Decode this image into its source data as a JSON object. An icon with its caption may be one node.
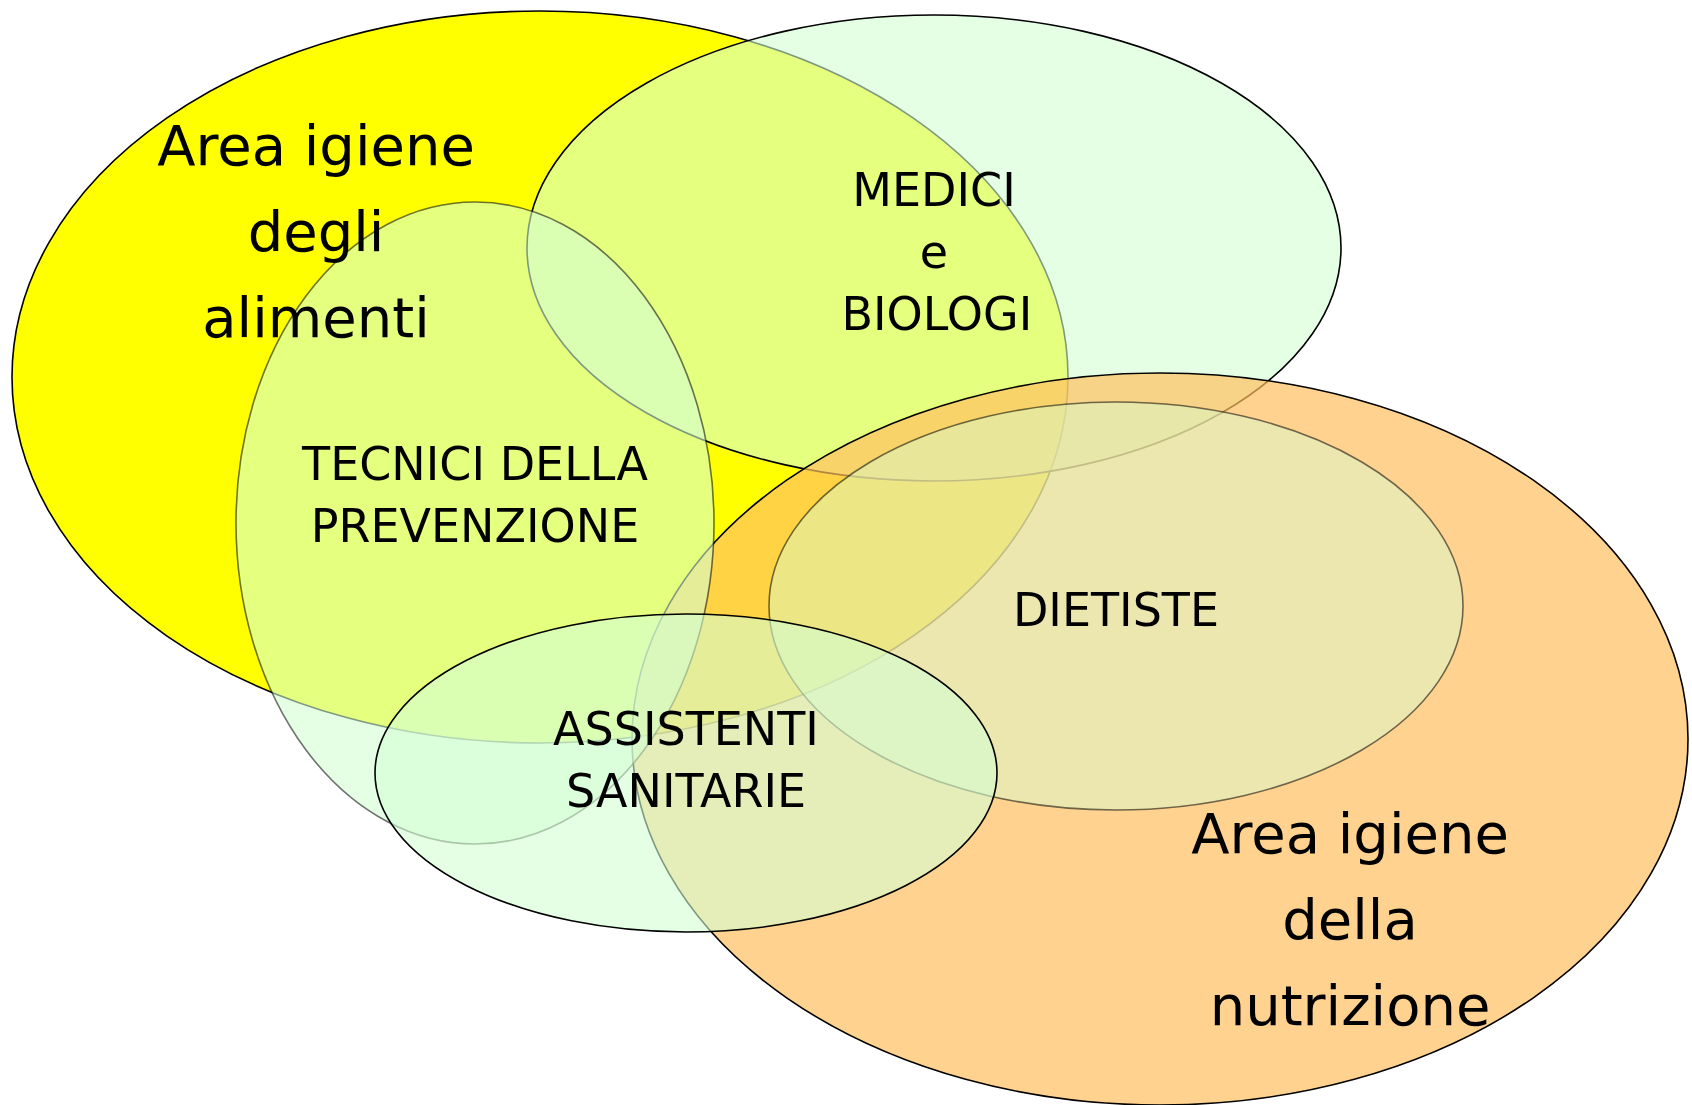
{
  "diagram": {
    "nodes": [
      {
        "text": [
          "Area igiene degli alimenti"
        ]
      },
      {
        "text": [
          "MEDICI e BIOLOGI"
        ]
      },
      {
        "text": [
          "TECNICI DELLA PREVENZIONE"
        ]
      },
      {
        "text": [
          "DIETISTE"
        ],
        "in": 5
      },
      {
        "text": [
          "ASSISTENTI SANITARIE"
        ]
      },
      {
        "text": [
          "Area igiene della nutrizione"
        ]
      }
    ]
  }
}
